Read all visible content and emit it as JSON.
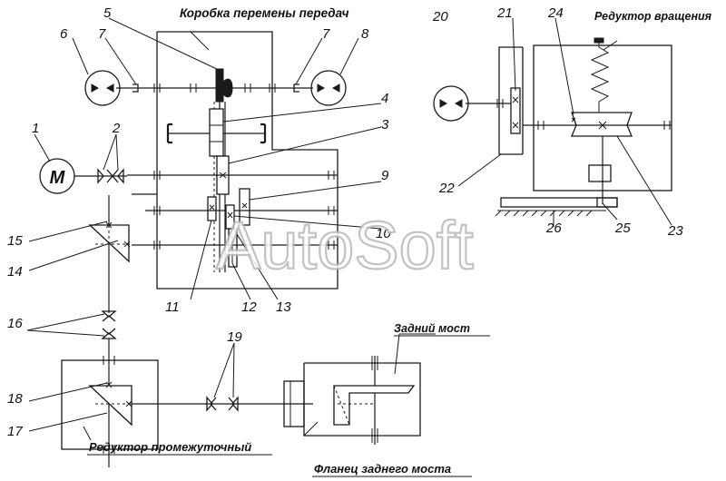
{
  "titles": {
    "gearbox": "Коробка перемены передач",
    "rotation_reducer": "Редуктор вращения",
    "rear_axle": "Задний мост",
    "intermediate_reducer": "Редуктор промежуточный",
    "rear_axle_flange": "Фланец заднего моста"
  },
  "motor_letter": "M",
  "watermark": "AutoSoft",
  "callouts": [
    "1",
    "2",
    "3",
    "4",
    "5",
    "6",
    "7",
    "7",
    "8",
    "9",
    "10",
    "11",
    "12",
    "13",
    "14",
    "15",
    "16",
    "17",
    "18",
    "19",
    "20",
    "21",
    "22",
    "23",
    "24",
    "25",
    "26"
  ],
  "colors": {
    "ink": "#1a1a1a",
    "watermark": "#b8b8b8",
    "background": "#ffffff"
  }
}
